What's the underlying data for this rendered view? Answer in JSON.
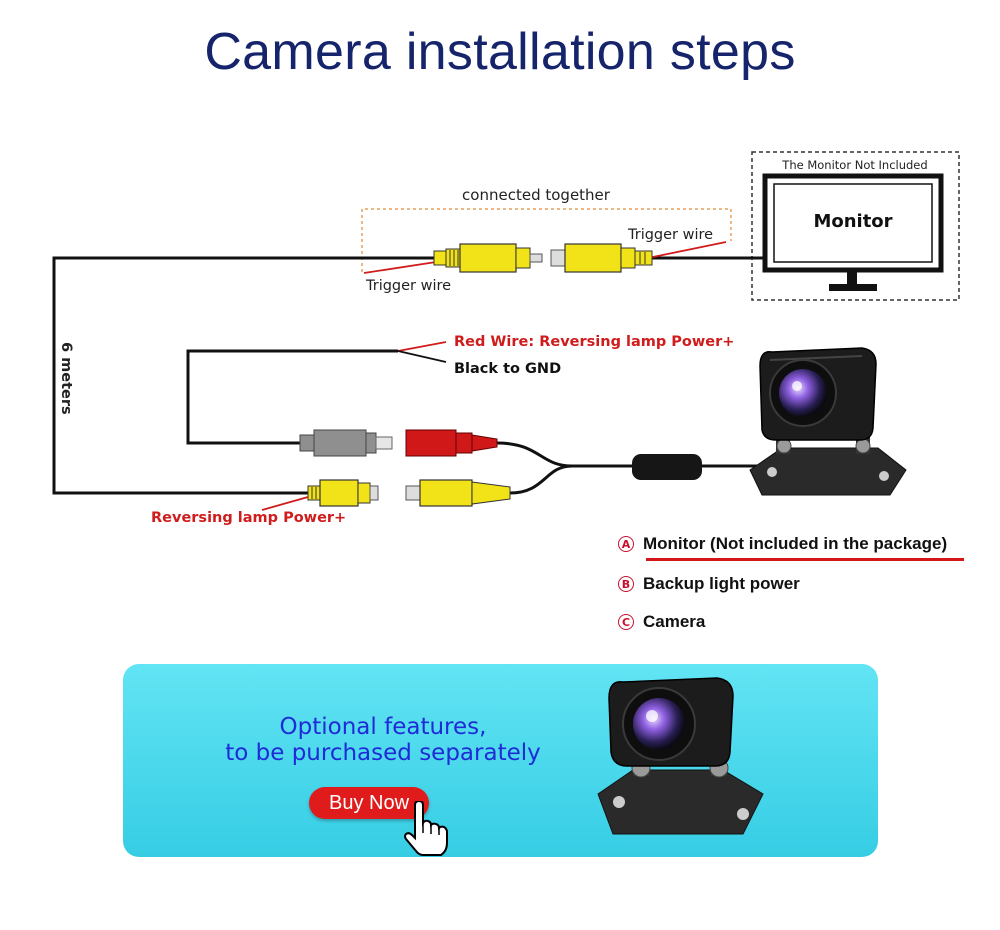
{
  "title": "Camera installation steps",
  "diagram": {
    "monitor_box_label": "The Monitor Not Included",
    "monitor_label": "Monitor",
    "connected_label": "connected together",
    "trigger_wire_right": "Trigger wire",
    "trigger_wire_left": "Trigger wire",
    "length_label": "6 meters",
    "red_wire_label": "Red Wire: Reversing lamp Power+",
    "black_wire_label": "Black to GND",
    "reversing_power_label": "Reversing lamp Power+",
    "colors": {
      "wire": "#111111",
      "yellow_connector": "#f2e318",
      "red_connector": "#d01818",
      "gray_connector": "#8f8f8f",
      "label_red": "#d01c1c"
    }
  },
  "legend": [
    {
      "letter": "A",
      "text": "Monitor (Not included in the package)"
    },
    {
      "letter": "B",
      "text": "Backup light power"
    },
    {
      "letter": "C",
      "text": "Camera"
    }
  ],
  "banner": {
    "line1": "Optional features,",
    "line2": "to be purchased separately",
    "button_label": "Buy Now"
  }
}
